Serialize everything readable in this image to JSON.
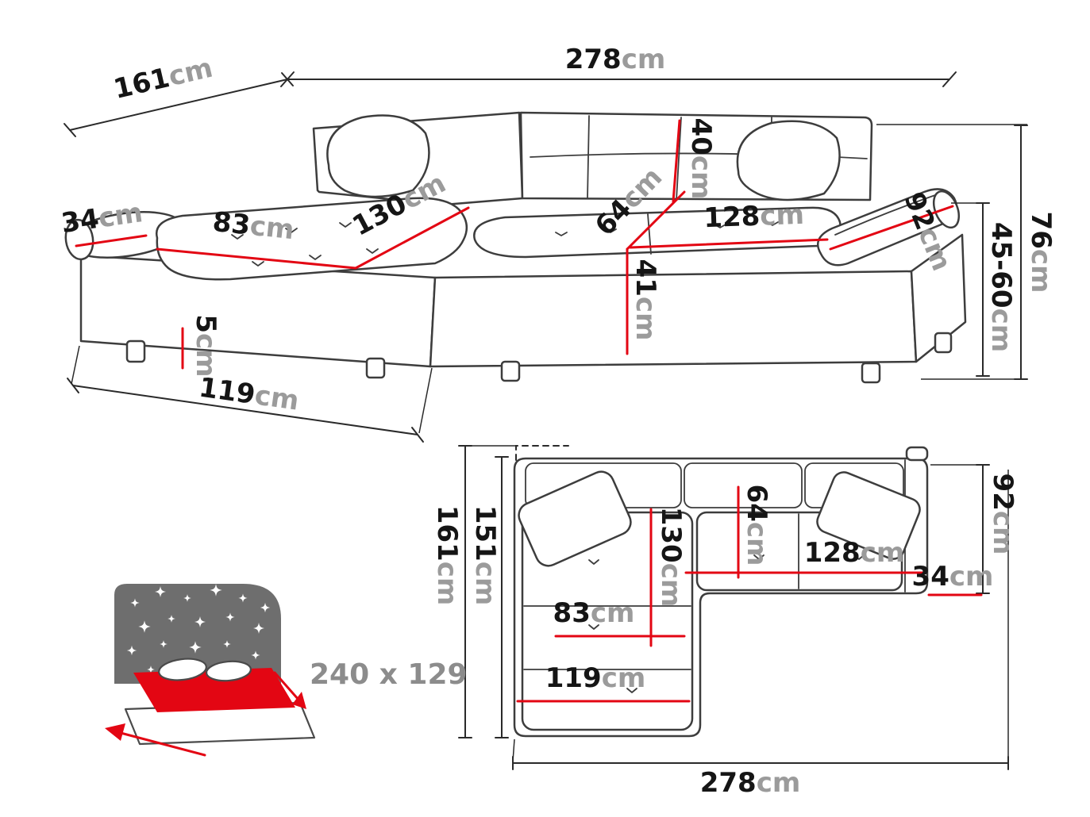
{
  "unit": "cm",
  "colors": {
    "dimension_red": "#e30613",
    "outline_gray": "#3d3d3d",
    "number_black": "#151515",
    "unit_gray": "#9b9b9b",
    "headboard_gray": "#6e6e6e"
  },
  "perspective_view": {
    "total_width": "278",
    "total_depth": "161",
    "backrest_height": "40",
    "seat_depth": "64",
    "chaise_seat_width": "83",
    "chaise_seat_length": "130",
    "armrest_width": "34",
    "seat_width": "128",
    "armrest_length": "92",
    "total_height": "76",
    "armrest_height": "45-60",
    "seat_height": "41",
    "leg_height": "5",
    "chaise_length": "119"
  },
  "top_view": {
    "total_depth": "161",
    "chaise_depth": "151",
    "right_depth": "92",
    "chaise_seat_length": "130",
    "seat_depth": "64",
    "seat_width": "128",
    "armrest_width": "34",
    "chaise_seat_width": "83",
    "chaise_length": "119",
    "total_width": "278"
  },
  "sleeping_function": {
    "bed_size": "240 x 129"
  }
}
